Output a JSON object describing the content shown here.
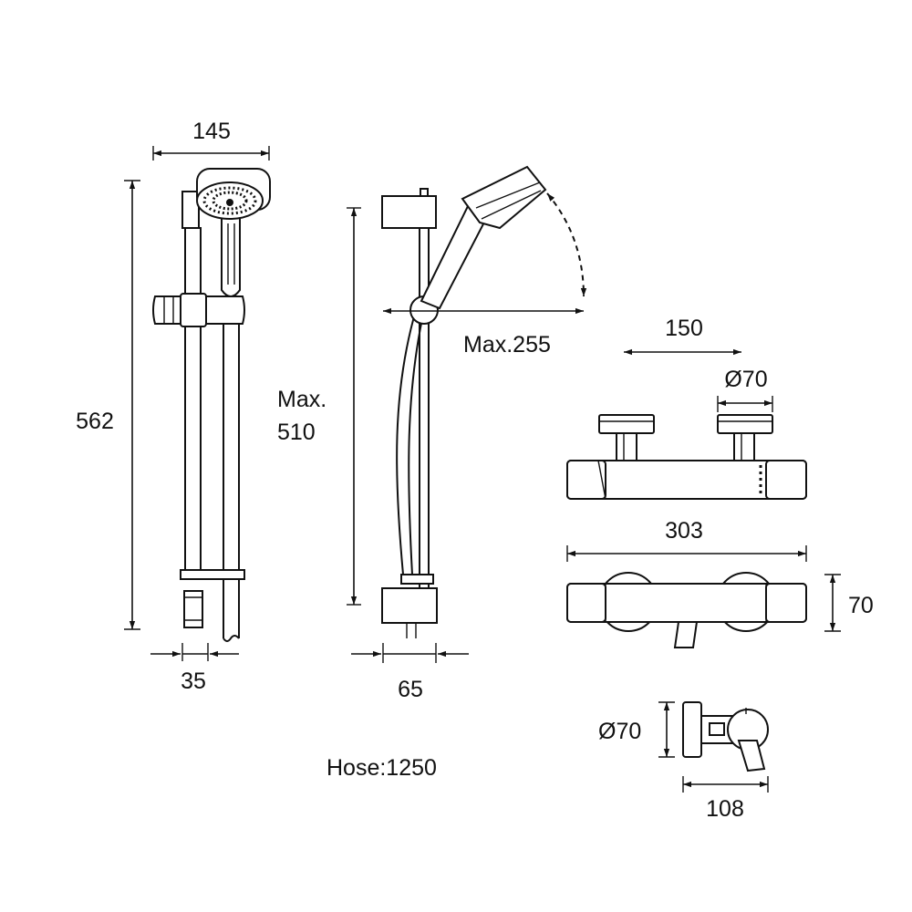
{
  "dimensions": {
    "head_width": "145",
    "rail_height": "562",
    "rail_spacing": "35",
    "rail_max": "Max.",
    "rail_max_value": "510",
    "swivel_max": "Max.255",
    "wall_offset": "65",
    "hose": "Hose:1250",
    "valve_centers": "150",
    "flange_diameter_top": "Ø70",
    "valve_length": "303",
    "valve_height": "70",
    "flange_diameter_side": "Ø70",
    "valve_depth": "108"
  },
  "colors": {
    "line": "#111111",
    "background": "#ffffff"
  }
}
